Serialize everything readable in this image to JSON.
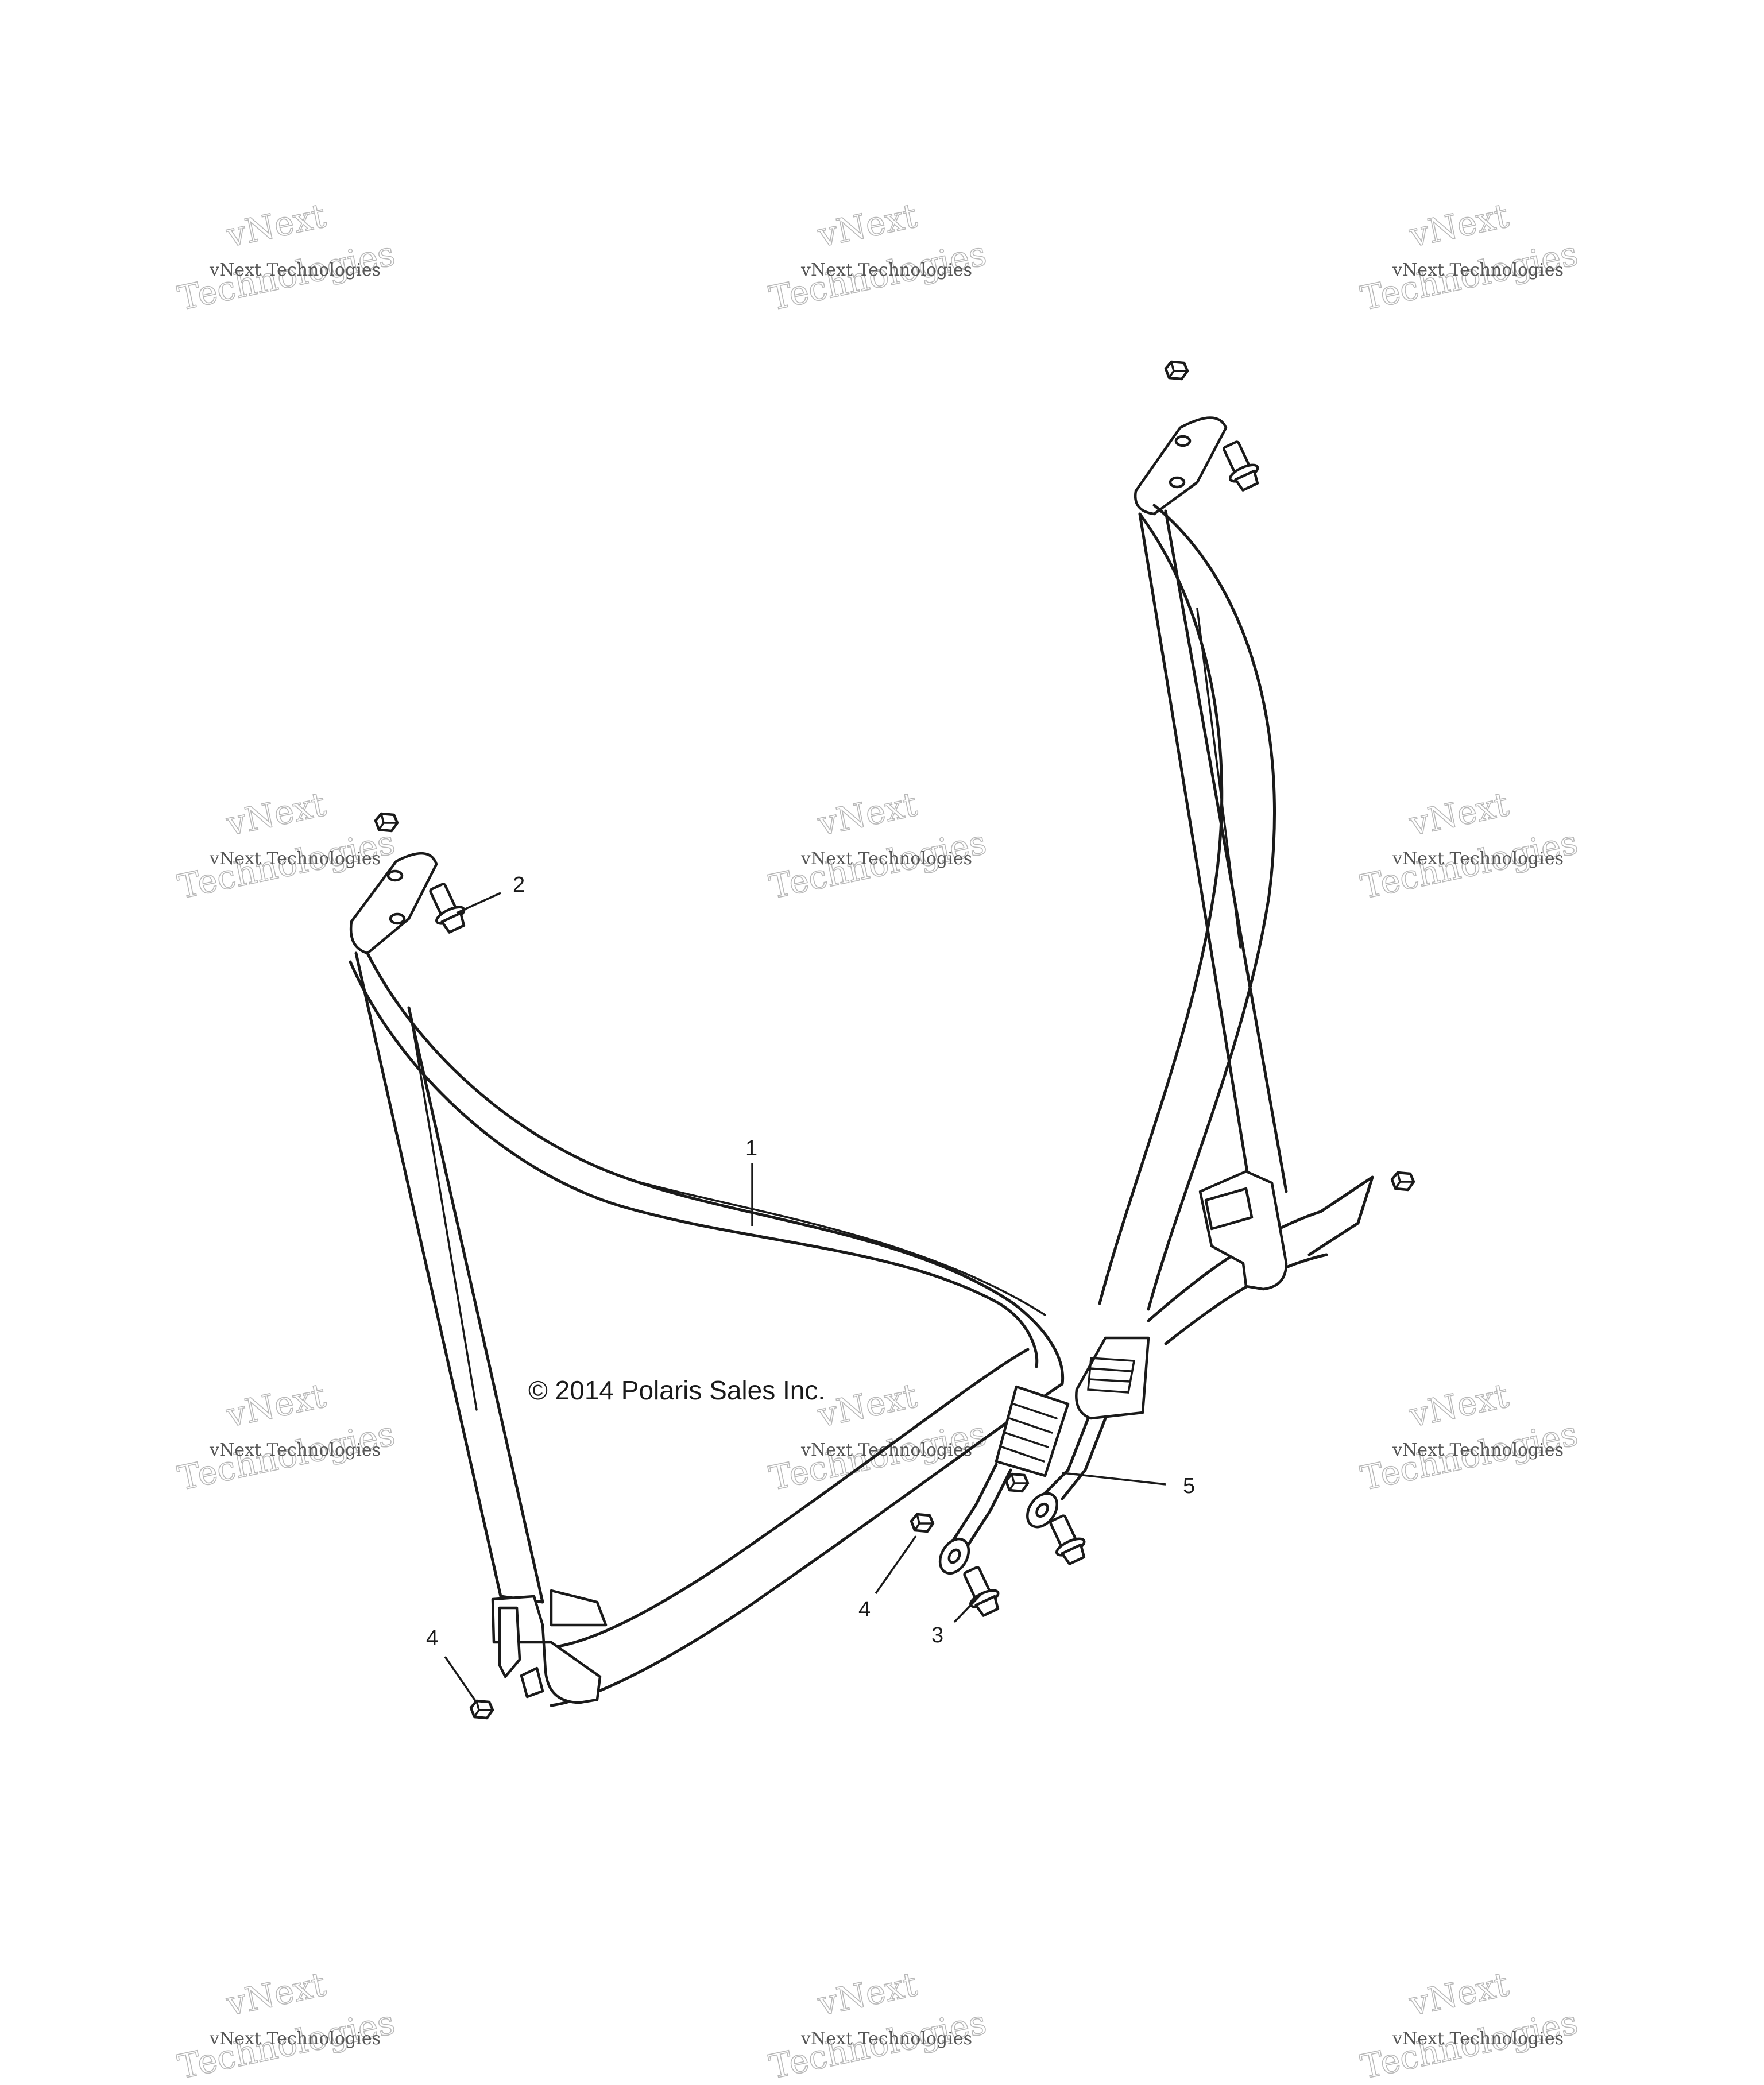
{
  "copyright": "© 2014 Polaris Sales Inc.",
  "callouts": [
    {
      "id": "1",
      "label": "1"
    },
    {
      "id": "2",
      "label": "2"
    },
    {
      "id": "3",
      "label": "3"
    },
    {
      "id": "4a",
      "label": "4"
    },
    {
      "id": "4b",
      "label": "4"
    },
    {
      "id": "5",
      "label": "5"
    }
  ],
  "watermark": {
    "line_top": "vNext",
    "line_middle": "vNext Technologies",
    "line_bottom": "Technologies"
  }
}
